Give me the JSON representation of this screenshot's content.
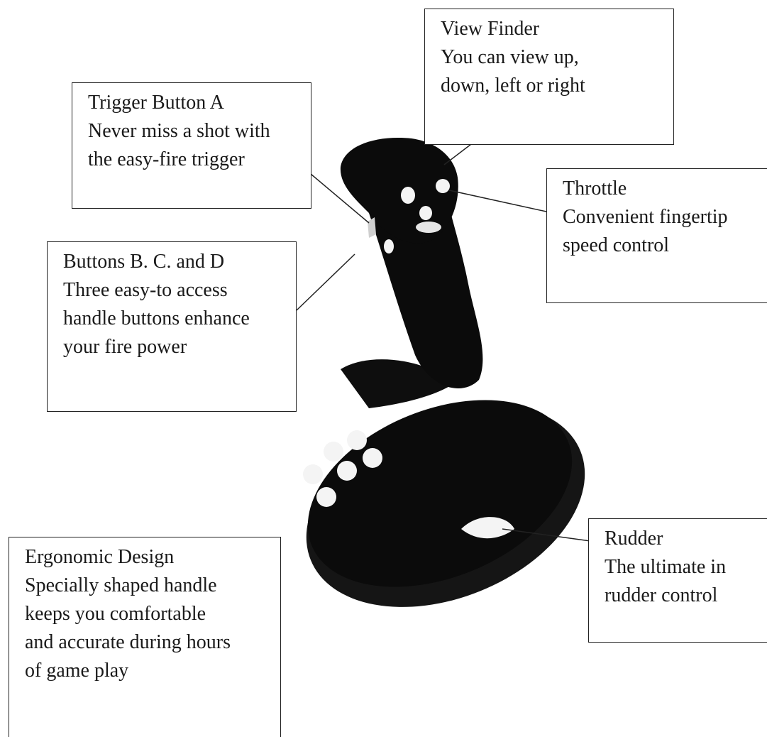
{
  "image": {
    "subject": "joystick",
    "colors": {
      "body": "#0b0b0b",
      "highlight": "#f4f4f4",
      "line": "#222222"
    }
  },
  "callouts": {
    "view_finder": {
      "lines": [
        "View Finder",
        "You can view up,",
        "down, left or right"
      ]
    },
    "trigger": {
      "lines": [
        "Trigger Button A",
        "Never miss a shot with",
        "the easy-fire trigger"
      ]
    },
    "throttle": {
      "lines": [
        "Throttle",
        "Convenient fingertip",
        "speed control"
      ]
    },
    "buttons": {
      "lines": [
        "Buttons B. C. and D",
        "Three easy-to access",
        "handle buttons enhance",
        "your fire power"
      ]
    },
    "rudder": {
      "lines": [
        "Rudder",
        "The ultimate in",
        "rudder control"
      ]
    },
    "ergonomic": {
      "lines": [
        "Ergonomic Design",
        "Specially shaped handle",
        "keeps you comfortable",
        "and accurate during hours",
        "of game play"
      ]
    }
  }
}
